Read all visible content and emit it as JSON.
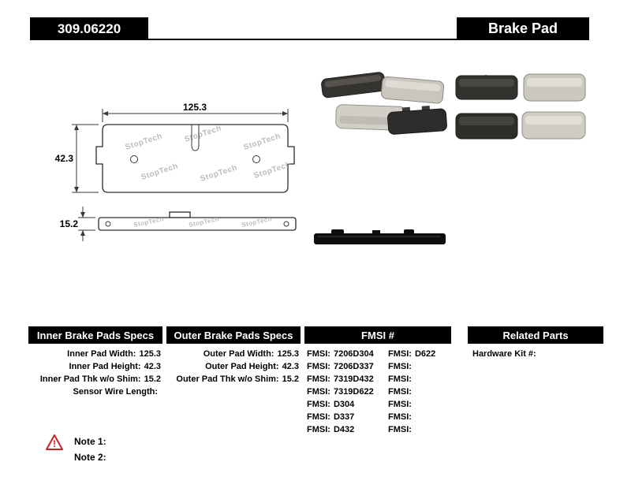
{
  "header": {
    "part_number": "309.06220",
    "product_type": "Brake Pad"
  },
  "diagram": {
    "brand_watermark": "StopTech",
    "front_view": {
      "width": "125.3",
      "height": "42.3"
    },
    "side_view": {
      "thickness": "15.2"
    }
  },
  "spec_columns": {
    "inner": {
      "title": "Inner Brake Pads Specs",
      "rows": [
        {
          "label": "Inner Pad Width:",
          "value": "125.3"
        },
        {
          "label": "Inner Pad Height:",
          "value": "42.3"
        },
        {
          "label": "Inner Pad Thk w/o Shim:",
          "value": "15.2"
        },
        {
          "label": "Sensor Wire Length:",
          "value": ""
        }
      ]
    },
    "outer": {
      "title": "Outer Brake Pads Specs",
      "rows": [
        {
          "label": "Outer Pad Width:",
          "value": "125.3"
        },
        {
          "label": "Outer Pad Height:",
          "value": "42.3"
        },
        {
          "label": "Outer Pad Thk w/o Shim:",
          "value": "15.2"
        }
      ]
    },
    "fmsi": {
      "title": "FMSI #",
      "rows": [
        {
          "c1_label": "FMSI:",
          "c1_value": "7206D304",
          "c2_label": "FMSI:",
          "c2_value": "D622"
        },
        {
          "c1_label": "FMSI:",
          "c1_value": "7206D337",
          "c2_label": "FMSI:",
          "c2_value": ""
        },
        {
          "c1_label": "FMSI:",
          "c1_value": "7319D432",
          "c2_label": "FMSI:",
          "c2_value": ""
        },
        {
          "c1_label": "FMSI:",
          "c1_value": "7319D622",
          "c2_label": "FMSI:",
          "c2_value": ""
        },
        {
          "c1_label": "FMSI:",
          "c1_value": "D304",
          "c2_label": "FMSI:",
          "c2_value": ""
        },
        {
          "c1_label": "FMSI:",
          "c1_value": "D337",
          "c2_label": "FMSI:",
          "c2_value": ""
        },
        {
          "c1_label": "FMSI:",
          "c1_value": "D432",
          "c2_label": "FMSI:",
          "c2_value": ""
        }
      ]
    },
    "related": {
      "title": "Related Parts",
      "rows": [
        {
          "label": "Hardware Kit #:",
          "value": ""
        }
      ]
    }
  },
  "notes": {
    "warning_icon_glyph": "!",
    "items": [
      {
        "label": "Note 1:"
      },
      {
        "label": "Note 2:"
      }
    ]
  },
  "colors": {
    "header_bg": "#000000",
    "header_text": "#ffffff",
    "warning_red": "#cc2027",
    "drawing_line": "#3a3a3a",
    "watermark_gray": "#bcbcbc"
  }
}
